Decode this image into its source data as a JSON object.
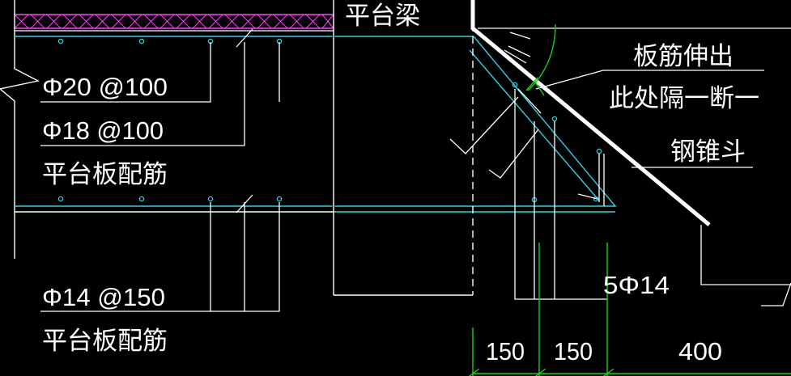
{
  "drawing": {
    "beam_label": "平台梁",
    "top_rebar_1": "Φ20 @100",
    "top_rebar_2": "Φ18 @100",
    "slab_label_top": "平台板配筋",
    "bottom_rebar": "Φ14 @150",
    "slab_label_bottom": "平台板配筋",
    "note_line_1": "板筋伸出",
    "note_line_2": "此处隔一断一",
    "note_line_3": "钢锥斗",
    "corner_rebar": "5Φ14",
    "dim_1": "150",
    "dim_2": "150",
    "dim_3": "400"
  },
  "colors": {
    "background": "#000000",
    "linework": "#ffffff",
    "slab_lines": "#2fd0e0",
    "hatch": "#ff40ff",
    "dimension": "#19d019",
    "rebar_dots": "#2fd0e0"
  }
}
